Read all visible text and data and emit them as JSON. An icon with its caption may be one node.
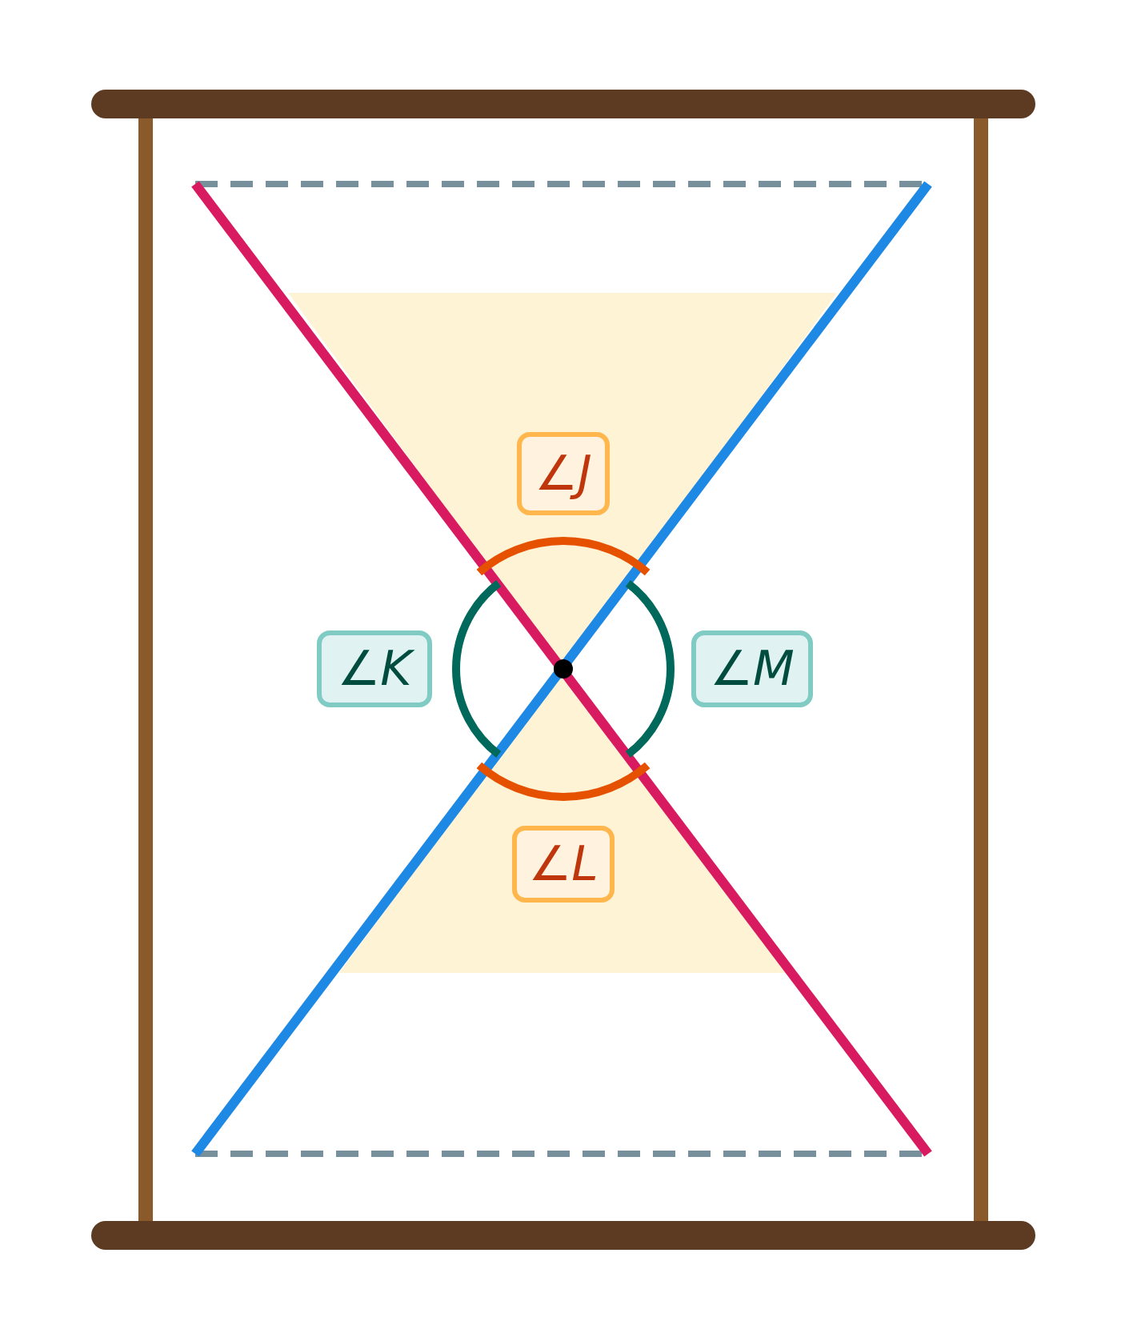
{
  "diagram": {
    "nodes": [
      {
        "text": [
          "∠J"
        ]
      },
      {
        "text": [
          "∠K"
        ]
      },
      {
        "text": [
          "∠M"
        ]
      },
      {
        "text": [
          "∠L"
        ]
      }
    ]
  }
}
